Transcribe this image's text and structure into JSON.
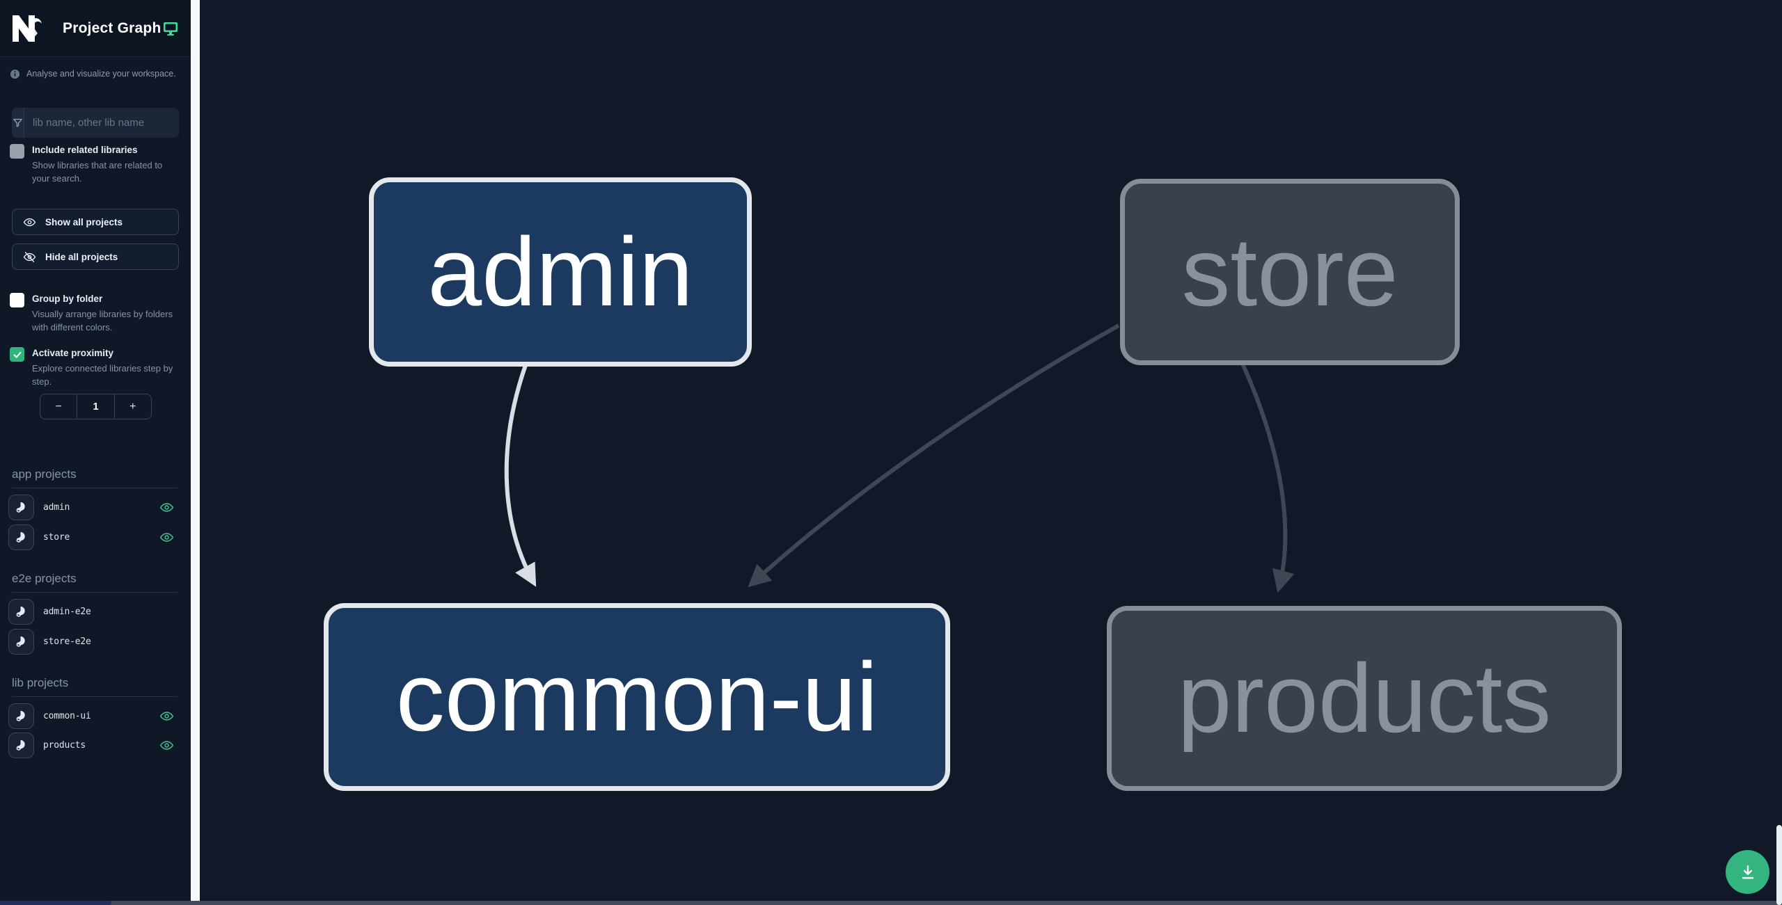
{
  "app": {
    "title": "Project Graph"
  },
  "sidebar": {
    "tagline": "Analyse and visualize your workspace.",
    "filter": {
      "placeholder": "lib name, other lib name",
      "value": ""
    },
    "include_related": {
      "label": "Include related libraries",
      "description": "Show libraries that are related to your search.",
      "checked": false
    },
    "show_all_label": "Show all projects",
    "hide_all_label": "Hide all projects",
    "group_by_folder": {
      "label": "Group by folder",
      "description": "Visually arrange libraries by folders with different colors.",
      "checked": false
    },
    "proximity": {
      "label": "Activate proximity",
      "description": "Explore connected libraries step by step.",
      "checked": true,
      "decrement_label": "−",
      "depth_value": "1",
      "increment_label": "+"
    },
    "sections": [
      {
        "title": "app projects",
        "items": [
          {
            "name": "admin",
            "eye_visible": true
          },
          {
            "name": "store",
            "eye_visible": true
          }
        ]
      },
      {
        "title": "e2e projects",
        "items": [
          {
            "name": "admin-e2e",
            "eye_visible": false
          },
          {
            "name": "store-e2e",
            "eye_visible": false
          }
        ]
      },
      {
        "title": "lib projects",
        "items": [
          {
            "name": "common-ui",
            "eye_visible": true
          },
          {
            "name": "products",
            "eye_visible": true
          }
        ]
      }
    ]
  },
  "graph": {
    "nodes": [
      {
        "label": "admin",
        "type": "app",
        "state": "focused"
      },
      {
        "label": "store",
        "type": "app",
        "state": "faded"
      },
      {
        "label": "common-ui",
        "type": "lib",
        "state": "focused"
      },
      {
        "label": "products",
        "type": "lib",
        "state": "faded"
      }
    ],
    "edges": [
      {
        "source": "admin",
        "target": "common-ui",
        "state": "focused"
      },
      {
        "source": "store",
        "target": "common-ui",
        "state": "faded"
      },
      {
        "source": "store",
        "target": "products",
        "state": "faded"
      }
    ]
  },
  "fab": {
    "action": "download-graph-image"
  },
  "colors": {
    "accent_green": "#34b57f",
    "eye_icon_green": "#3fbe87",
    "canvas_bg": "#111827",
    "sidebar_bg": "#101828",
    "node_focused_bg": "#1c3a5f",
    "node_focused_border": "#e4e7ec",
    "node_faded_bg": "#3a404d",
    "node_faded_border": "#878d97",
    "node_faded_text": "#8b919c",
    "edge_focused": "#d9dee5",
    "edge_faded": "#3f4654"
  }
}
